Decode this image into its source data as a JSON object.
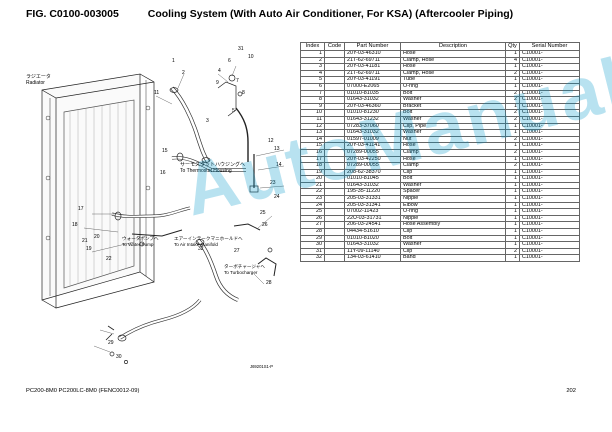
{
  "header": {
    "fig_number": "FIG. C0100-003005",
    "fig_title": "Cooling System (With Auto Air Conditioner, For KSA) (Aftercooler Piping)"
  },
  "diagram": {
    "labels": {
      "radiator_jp": "ラジエータ",
      "radiator_en": "Radiator",
      "thermostat_jp": "サーモスタットハウジングへ",
      "thermostat_en": "To Thermostat Housing",
      "water_pump_jp": "ウォータポンプへ",
      "water_pump_en": "To Water Pump",
      "intake_jp": "エアーインテークマニホールドへ",
      "intake_en": "To Air Intake Manifold",
      "turbo_jp": "ターボチャージャへ",
      "turbo_en": "To Turbocharger",
      "drawing_code": "J69201S1-P"
    },
    "callouts": [
      "1",
      "2",
      "3",
      "4",
      "5",
      "6",
      "7",
      "8",
      "9",
      "10",
      "11",
      "12",
      "13",
      "14",
      "15",
      "16",
      "17",
      "18",
      "19",
      "20",
      "21",
      "22",
      "23",
      "24",
      "25",
      "26",
      "27",
      "28",
      "29",
      "30",
      "31",
      "32"
    ]
  },
  "table": {
    "headers": {
      "index": "Index",
      "code": "Code",
      "part_number": "Part Number",
      "description": "Description",
      "qty": "Qty",
      "serial": "Serial Number"
    },
    "rows": [
      {
        "index": "1",
        "code": "",
        "part": "20Y-03-46310",
        "desc": "Hose",
        "qty": "1",
        "serial": "C10001-"
      },
      {
        "index": "2",
        "code": "",
        "part": "21T-62-69711",
        "desc": "Clamp, Hose",
        "qty": "4",
        "serial": "C10001-"
      },
      {
        "index": "3",
        "code": "",
        "part": "20Y-03-41181",
        "desc": "Hose",
        "qty": "1",
        "serial": "C10001-"
      },
      {
        "index": "4",
        "code": "",
        "part": "21T-62-69711",
        "desc": "Clamp, Hose",
        "qty": "2",
        "serial": "C10001-"
      },
      {
        "index": "5",
        "code": "",
        "part": "20Y-03-41191",
        "desc": "Tube",
        "qty": "1",
        "serial": "C10001-"
      },
      {
        "index": "6",
        "code": "",
        "part": "07000-E2065",
        "desc": "O-ring",
        "qty": "1",
        "serial": "C10001-"
      },
      {
        "index": "7",
        "code": "",
        "part": "01010-81035",
        "desc": "Bolt",
        "qty": "2",
        "serial": "C10001-"
      },
      {
        "index": "8",
        "code": "",
        "part": "01643-31032",
        "desc": "Washer",
        "qty": "2",
        "serial": "C10001-"
      },
      {
        "index": "9",
        "code": "",
        "part": "20Y-03-46360",
        "desc": "Bracket",
        "qty": "1",
        "serial": "C10001-"
      },
      {
        "index": "10",
        "code": "",
        "part": "01010-81230",
        "desc": "Bolt",
        "qty": "2",
        "serial": "C10001-"
      },
      {
        "index": "11",
        "code": "",
        "part": "01643-31232",
        "desc": "Washer",
        "qty": "2",
        "serial": "C10001-"
      },
      {
        "index": "12",
        "code": "",
        "part": "07283-37060",
        "desc": "Clip, Pipe",
        "qty": "1",
        "serial": "C10001-"
      },
      {
        "index": "13",
        "code": "",
        "part": "01643-31032",
        "desc": "Washer",
        "qty": "1",
        "serial": "C10001-"
      },
      {
        "index": "14",
        "code": "",
        "part": "01597-01009",
        "desc": "Nut",
        "qty": "2",
        "serial": "C10001-"
      },
      {
        "index": "15",
        "code": "",
        "part": "20Y-03-41141",
        "desc": "Hose",
        "qty": "1",
        "serial": "C10001-"
      },
      {
        "index": "16",
        "code": "",
        "part": "07289-00055",
        "desc": "Clamp",
        "qty": "2",
        "serial": "C10001-"
      },
      {
        "index": "17",
        "code": "",
        "part": "20Y-03-42250",
        "desc": "Hose",
        "qty": "1",
        "serial": "C10001-"
      },
      {
        "index": "18",
        "code": "",
        "part": "07289-00055",
        "desc": "Clamp",
        "qty": "2",
        "serial": "C10001-"
      },
      {
        "index": "19",
        "code": "",
        "part": "208-62-38370",
        "desc": "Clip",
        "qty": "1",
        "serial": "C10001-"
      },
      {
        "index": "20",
        "code": "",
        "part": "01010-81045",
        "desc": "Bolt",
        "qty": "1",
        "serial": "C10001-"
      },
      {
        "index": "21",
        "code": "",
        "part": "01643-31032",
        "desc": "Washer",
        "qty": "1",
        "serial": "C10001-"
      },
      {
        "index": "22",
        "code": "",
        "part": "195-35-11220",
        "desc": "Spacer",
        "qty": "1",
        "serial": "C10001-"
      },
      {
        "index": "23",
        "code": "",
        "part": "205-03-31331",
        "desc": "Nipple",
        "qty": "1",
        "serial": "C10001-"
      },
      {
        "index": "24",
        "code": "",
        "part": "205-03-31341",
        "desc": "Elbow",
        "qty": "1",
        "serial": "C10001-"
      },
      {
        "index": "25",
        "code": "",
        "part": "07002-11423",
        "desc": "O-ring",
        "qty": "1",
        "serial": "C10001-"
      },
      {
        "index": "26",
        "code": "",
        "part": "22U-03-31731",
        "desc": "Nipple",
        "qty": "1",
        "serial": "C10001-"
      },
      {
        "index": "27",
        "code": "",
        "part": "206-03-24541",
        "desc": "Hose Assembly",
        "qty": "1",
        "serial": "C10001-"
      },
      {
        "index": "28",
        "code": "",
        "part": "04434-51610",
        "desc": "Clip",
        "qty": "1",
        "serial": "C10001-"
      },
      {
        "index": "29",
        "code": "",
        "part": "01010-81020",
        "desc": "Bolt",
        "qty": "1",
        "serial": "C10001-"
      },
      {
        "index": "30",
        "code": "",
        "part": "01643-31032",
        "desc": "Washer",
        "qty": "1",
        "serial": "C10001-"
      },
      {
        "index": "31",
        "code": "",
        "part": "11Y-09-11140",
        "desc": "Clip",
        "qty": "2",
        "serial": "C10001-"
      },
      {
        "index": "32",
        "code": "",
        "part": "134-03-61410",
        "desc": "Band",
        "qty": "1",
        "serial": "C10001-"
      }
    ]
  },
  "watermark": "AutoManual",
  "footer": {
    "model": "PC200-8M0 PC200LC-8M0 (FENC0012-09)",
    "page": "202"
  }
}
